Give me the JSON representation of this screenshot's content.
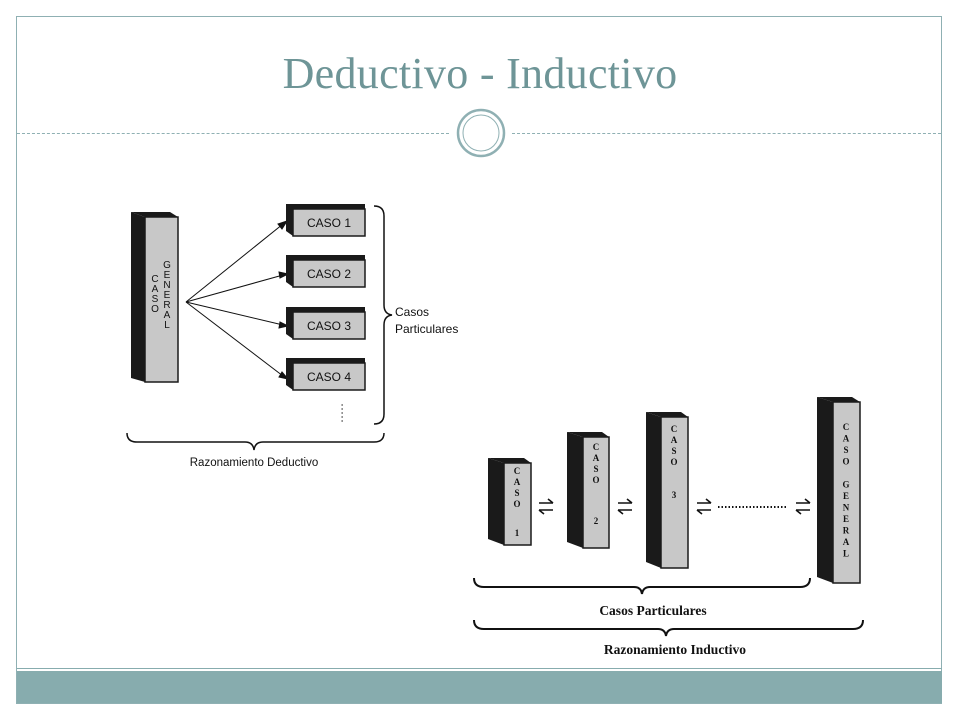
{
  "slide": {
    "title": "Deductivo - Inductivo"
  },
  "deductive": {
    "general_box": {
      "col1": [
        "C",
        "A",
        "S",
        "O"
      ],
      "col2": [
        "G",
        "E",
        "N",
        "E",
        "R",
        "A",
        "L"
      ]
    },
    "cases": [
      "CASO 1",
      "CASO 2",
      "CASO 3",
      "CASO 4"
    ],
    "ellipsis": "·····",
    "brace_label_line1": "Casos",
    "brace_label_line2": "Particulares",
    "bottom_label": "Razonamiento Deductivo"
  },
  "inductive": {
    "columns": [
      {
        "letters": [
          "C",
          "A",
          "S",
          "O"
        ],
        "number": "1"
      },
      {
        "letters": [
          "C",
          "A",
          "S",
          "O"
        ],
        "number": "2"
      },
      {
        "letters": [
          "C",
          "A",
          "S",
          "O"
        ],
        "number": "3"
      }
    ],
    "general": [
      "C",
      "A",
      "S",
      "O",
      "",
      "G",
      "E",
      "N",
      "E",
      "R",
      "A",
      "L"
    ],
    "particulares_label": "Casos Particulares",
    "bottom_label": "Razonamiento Inductivo"
  },
  "colors": {
    "title": "#6e9597",
    "accent": "#87acae",
    "box_face": "#c8c8c8",
    "box_dark": "#1a1a1a"
  }
}
